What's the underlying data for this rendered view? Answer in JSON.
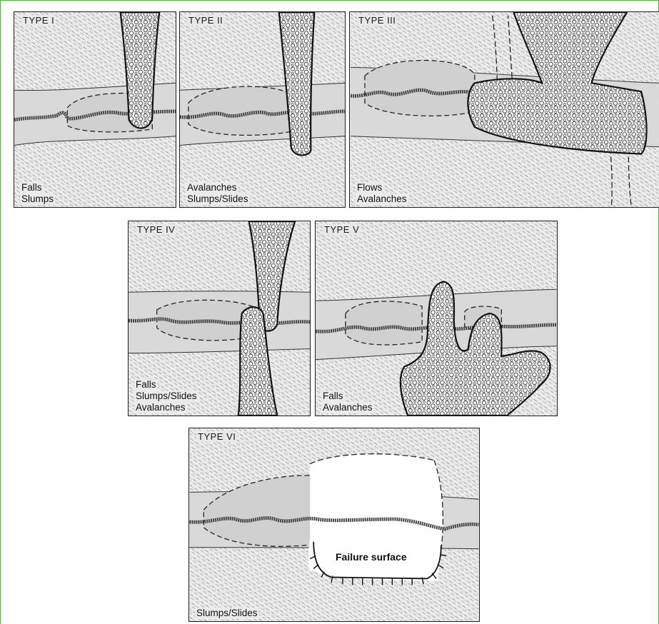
{
  "panels": [
    {
      "id": "type1",
      "title": "TYPE I",
      "labels": [
        "Falls",
        "Slumps"
      ]
    },
    {
      "id": "type2",
      "title": "TYPE II",
      "labels": [
        "Avalanches",
        "Slumps/Slides"
      ]
    },
    {
      "id": "type3",
      "title": "TYPE III",
      "labels": [
        "Flows",
        "Avalanches"
      ]
    },
    {
      "id": "type4",
      "title": "TYPE IV",
      "labels": [
        "Falls",
        "Slumps/Slides",
        "Avalanches"
      ]
    },
    {
      "id": "type5",
      "title": "TYPE V",
      "labels": [
        "Falls",
        "Avalanches"
      ]
    },
    {
      "id": "type6",
      "title": "TYPE VI",
      "labels": [
        "Slumps/Slides"
      ],
      "annotation": "Failure surface"
    }
  ],
  "colors": {
    "frame": "#5aa84a",
    "ink": "#1e1e1e",
    "paper": "#e9e9e9",
    "zone": "#dadada"
  }
}
